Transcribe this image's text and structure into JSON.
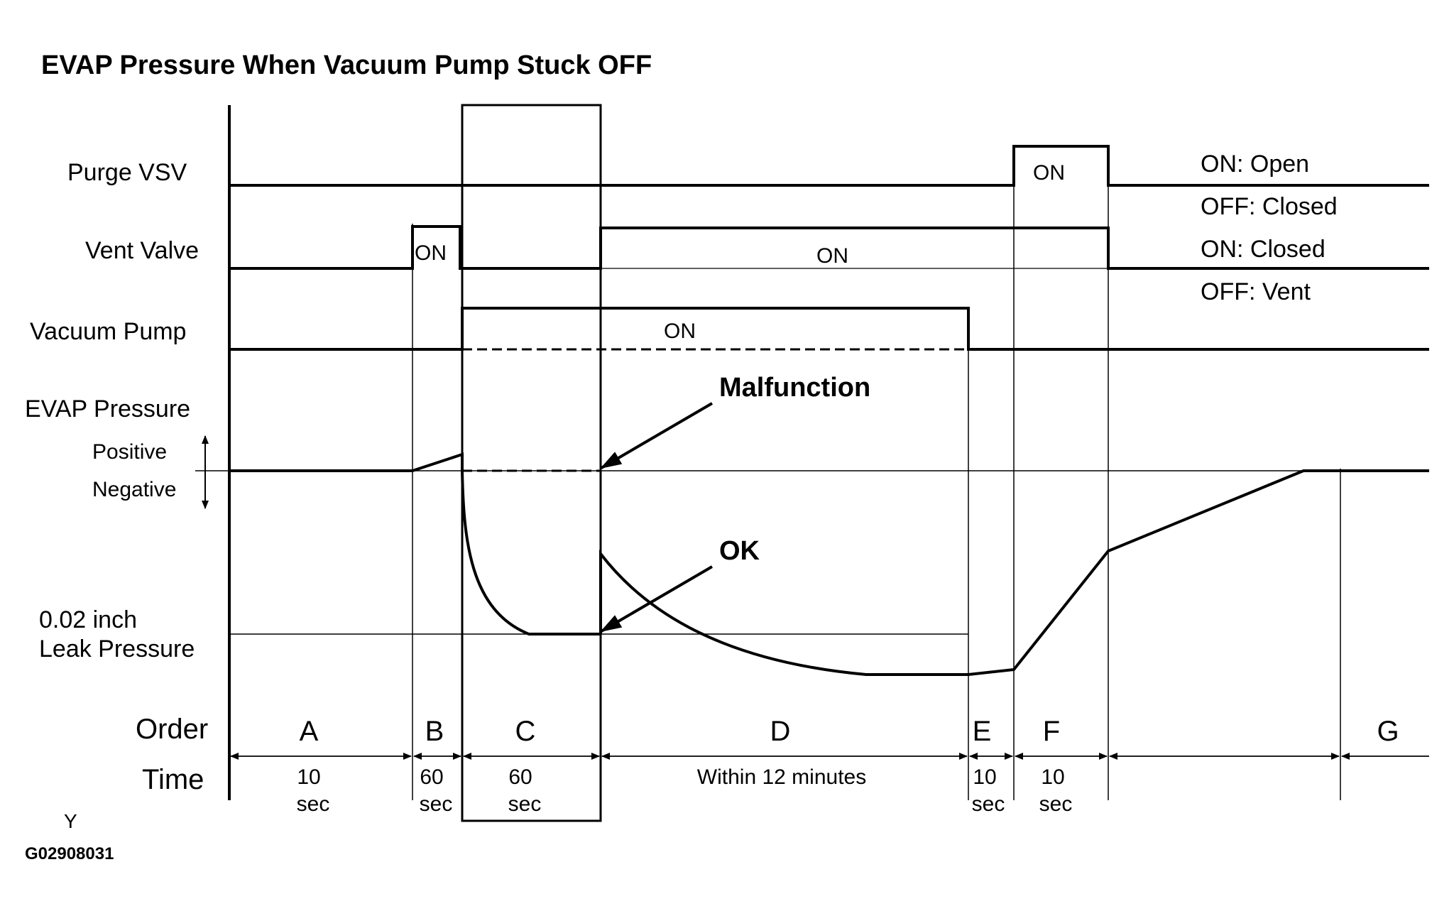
{
  "title": "EVAP Pressure When Vacuum Pump Stuck OFF",
  "signals": {
    "purge_vsv": "Purge VSV",
    "vent_valve": "Vent Valve",
    "vacuum_pump": "Vacuum Pump",
    "evap_pressure": "EVAP Pressure",
    "positive": "Positive",
    "negative": "Negative",
    "leak_line1": "0.02 inch",
    "leak_line2": "Leak Pressure"
  },
  "states": {
    "purge_on": "ON",
    "vent_on_b": "ON",
    "vent_on_d": "ON",
    "pump_on": "ON"
  },
  "legend": {
    "purge_on": "ON: Open",
    "purge_off": "OFF: Closed",
    "vent_on": "ON: Closed",
    "vent_off": "OFF: Vent"
  },
  "annotations": {
    "malfunction": "Malfunction",
    "ok": "OK"
  },
  "order_label": "Order",
  "time_label": "Time",
  "phases": [
    {
      "letter": "A",
      "time1": "10",
      "time2": "sec"
    },
    {
      "letter": "B",
      "time1": "60",
      "time2": "sec"
    },
    {
      "letter": "C",
      "time1": "60",
      "time2": "sec"
    },
    {
      "letter": "D",
      "time1": "Within 12 minutes",
      "time2": ""
    },
    {
      "letter": "E",
      "time1": "10",
      "time2": "sec"
    },
    {
      "letter": "F",
      "time1": "10",
      "time2": "sec"
    },
    {
      "letter": "G",
      "time1": "",
      "time2": ""
    }
  ],
  "footer": {
    "y_mark": "Y",
    "figure_id": "G02908031"
  }
}
